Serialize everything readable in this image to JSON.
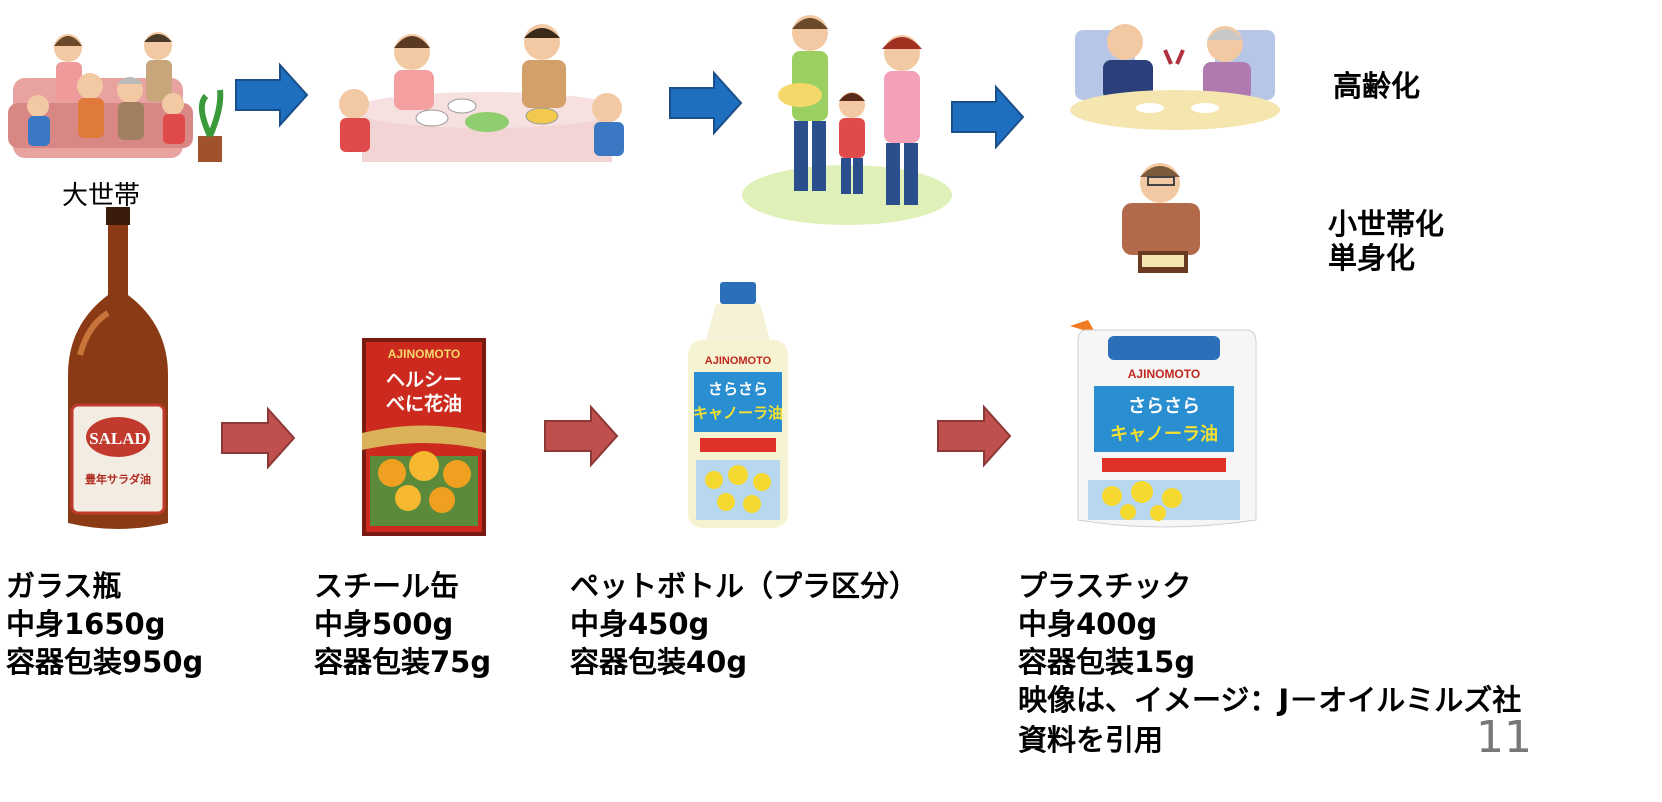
{
  "households": {
    "large_household_label": "大世帯",
    "aging_label": "高齢化",
    "small_household_line1": "小世帯化",
    "small_household_line2": "単身化"
  },
  "containers": [
    {
      "type": "ガラス瓶",
      "content": "中身1650g",
      "packaging": "容器包装950g"
    },
    {
      "type": "スチール缶",
      "content": "中身500g",
      "packaging": "容器包装75g"
    },
    {
      "type": "ペットボトル（プラ区分）",
      "content": "中身450g",
      "packaging": "容器包装40g"
    },
    {
      "type": "プラスチック",
      "content": "中身400g",
      "packaging": "容器包装15g"
    }
  ],
  "citation_line1": "映像は、イメージ：J－オイルミルズ社",
  "citation_line2": "資料を引用",
  "page_number": "11",
  "product_texts": {
    "bottle_brand": "SALAD",
    "bottle_label": "豊年サラダ油",
    "can_brand": "AJINOMOTO",
    "can_name_line1": "ヘルシー",
    "can_name_line2": "べに花油",
    "pet_brand": "AJINOMOTO",
    "pet_name_line1": "さらさら",
    "pet_name_line2": "キャノーラ油",
    "pouch_brand": "AJINOMOTO",
    "pouch_name_line1": "さらさら",
    "pouch_name_line2": "キャノーラ油"
  },
  "colors": {
    "blue_arrow": "#1f6fc0",
    "red_arrow": "#c0504d"
  }
}
